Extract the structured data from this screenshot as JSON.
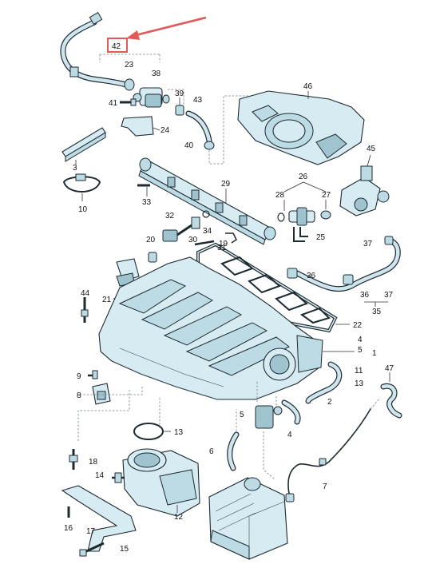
{
  "diagram": {
    "callouts": {
      "c1": "1",
      "c2": "2",
      "c3": "3",
      "c4a": "4",
      "c4b": "4",
      "c5a": "5",
      "c5b": "5",
      "c6": "6",
      "c7": "7",
      "c8": "8",
      "c9": "9",
      "c10": "10",
      "c11": "11",
      "c12": "12",
      "c13a": "13",
      "c13b": "13",
      "c14": "14",
      "c15": "15",
      "c16": "16",
      "c17": "17",
      "c18": "18",
      "c19": "19",
      "c20": "20",
      "c21": "21",
      "c22": "22",
      "c23": "23",
      "c24": "24",
      "c25": "25",
      "c26": "26",
      "c27": "27",
      "c28": "28",
      "c29": "29",
      "c30": "30",
      "c31": "31",
      "c32": "32",
      "c33": "33",
      "c34": "34",
      "c35": "35",
      "c36a": "36",
      "c36b": "36",
      "c37a": "37",
      "c37b": "37",
      "c38": "38",
      "c39": "39",
      "c40": "40",
      "c41": "41",
      "c42": "42",
      "c43": "43",
      "c44": "44",
      "c45": "45",
      "c46": "46",
      "c47": "47"
    },
    "highlight": {
      "callout": "42",
      "color": "#e05a5a"
    },
    "colors": {
      "part_fill": "#d7ecf2",
      "outline": "#1d2a30"
    }
  }
}
